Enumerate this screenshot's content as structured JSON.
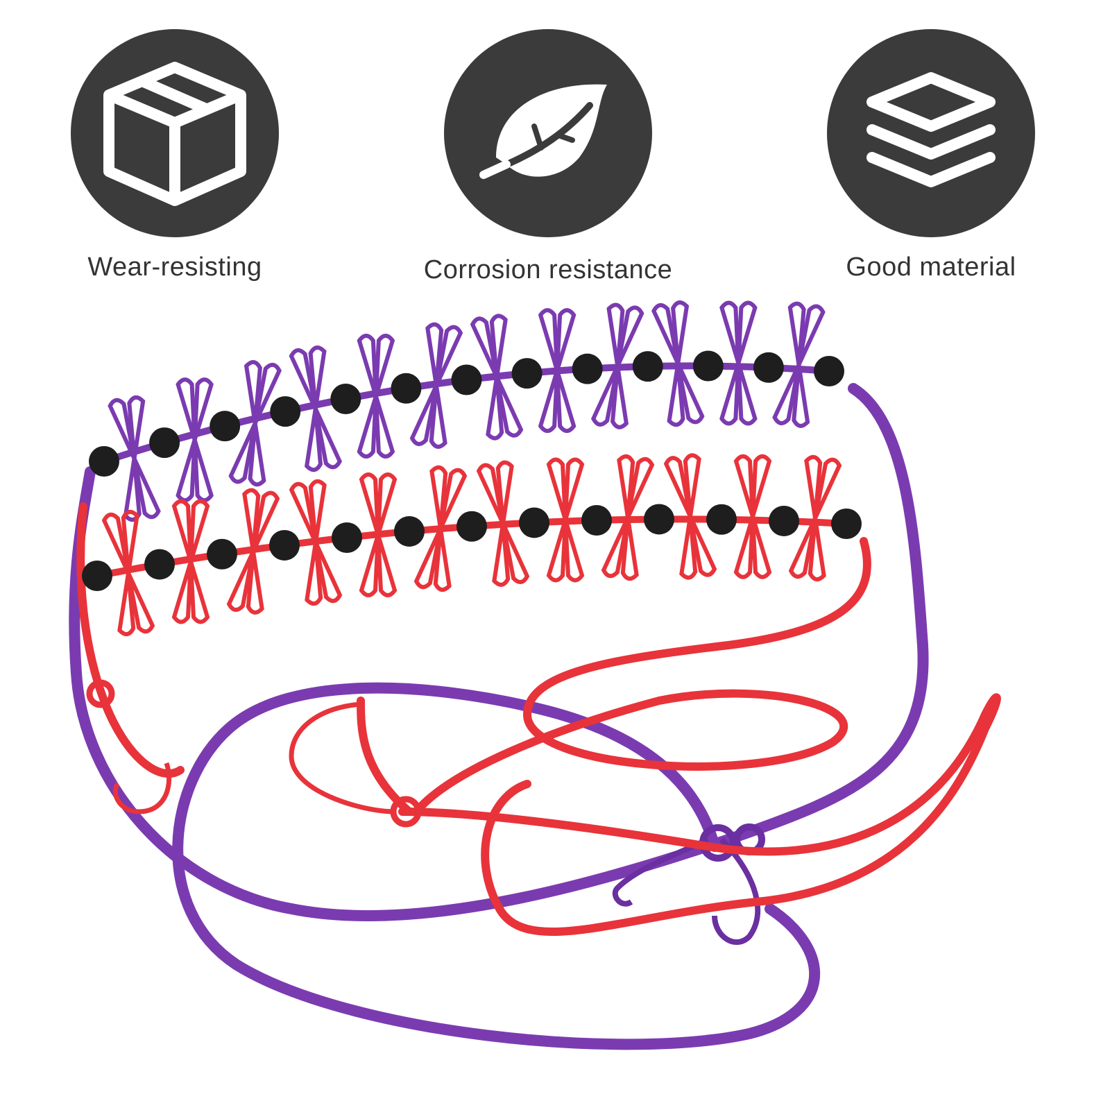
{
  "features": [
    {
      "icon": "box-icon",
      "label": "Wear-resisting"
    },
    {
      "icon": "leaf-icon",
      "label": "Corrosion resistance"
    },
    {
      "icon": "layers-icon",
      "label": "Good material"
    }
  ],
  "colors": {
    "badge": "#3b3b3b",
    "icon": "#ffffff",
    "label_text": "#333333",
    "purple_line": "#7b3bb0",
    "red_line": "#e8333a",
    "bead": "#1e1e1e"
  },
  "product": {
    "item": "clothesline-with-clips",
    "line_colors": [
      "purple",
      "red"
    ],
    "clips_per_line": 12
  }
}
